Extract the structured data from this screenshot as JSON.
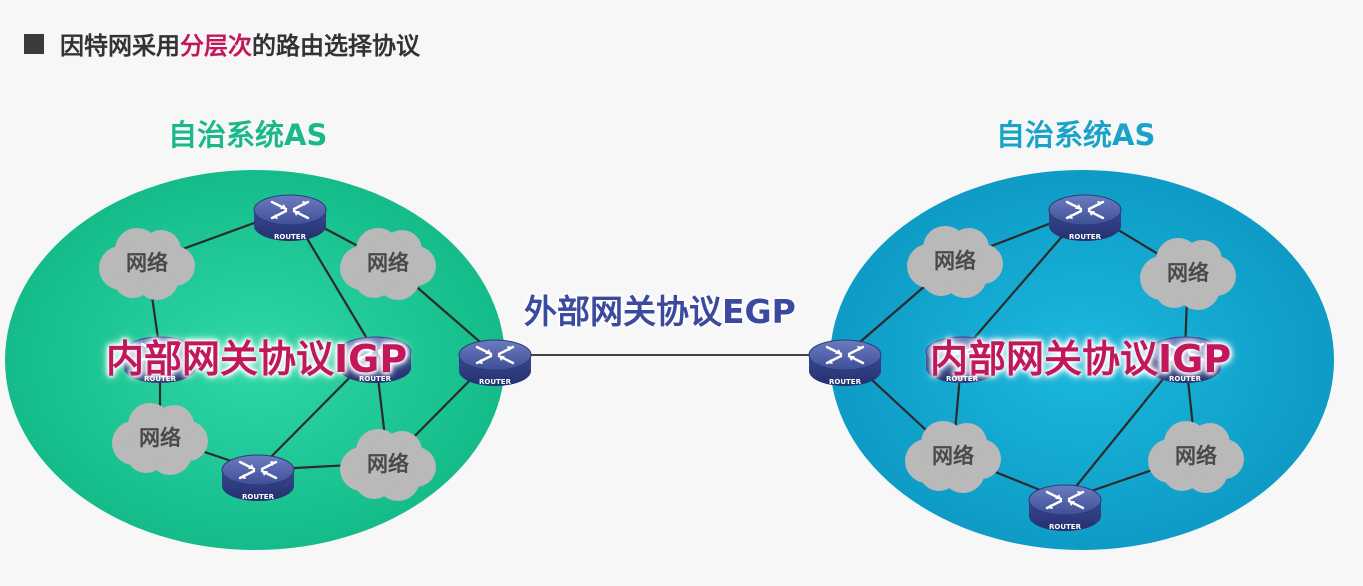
{
  "title": {
    "prefix": "因特网采用",
    "highlight": "分层次",
    "suffix": "的路由选择协议"
  },
  "left_as": {
    "label": "自治系统AS",
    "igp_label": "内部网关协议IGP"
  },
  "right_as": {
    "label": "自治系统AS",
    "igp_label": "内部网关协议IGP"
  },
  "egp_label": "外部网关协议EGP",
  "network_label": "网络",
  "router_label": "ROUTER",
  "colors": {
    "left_as_fill": "#1fc79a",
    "right_as_fill": "#13a9cf",
    "left_as_text": "#1cb88c",
    "right_as_text": "#1aa3c9",
    "highlight": "#c2185b",
    "egp_text": "#3b4a9e",
    "cloud_fill": "#b8b8b8",
    "router_fill": "#4f5fa6"
  },
  "icons": {
    "router": "router-icon",
    "network": "cloud-icon"
  }
}
